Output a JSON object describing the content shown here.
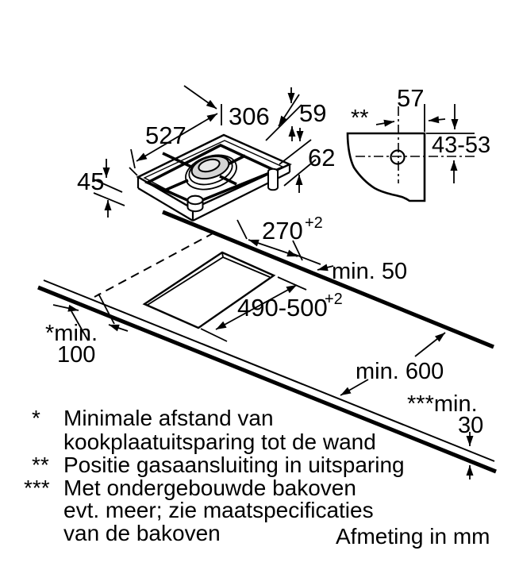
{
  "hob": {
    "dim_length": "527",
    "dim_width": "306",
    "dim_height_support": "59",
    "dim_height_total": "62",
    "dim_height_body": "45"
  },
  "gas_detail": {
    "marker": "**",
    "dim_x": "57",
    "dim_y": "43-53"
  },
  "worktop": {
    "dim_cutout_width": "270",
    "dim_cutout_width_sup": "+2",
    "dim_cutout_length": "490-500",
    "dim_cutout_length_sup": "+2",
    "dim_back_gap": "min. 50",
    "dim_side_gap_line1": "*min.",
    "dim_side_gap_line2": "100",
    "dim_depth": "min. 600",
    "dim_thickness_line1": "***min.",
    "dim_thickness_line2": "30"
  },
  "legend": {
    "footnotes": [
      {
        "marker": "*",
        "lines": [
          "Minimale afstand van",
          "kookplaatuitsparing tot de wand"
        ]
      },
      {
        "marker": "**",
        "lines": [
          "Positie gasaansluiting in uitsparing"
        ]
      },
      {
        "marker": "***",
        "lines": [
          "Met ondergebouwde bakoven",
          "evt. meer; zie maatspecificaties",
          "van de bakoven"
        ]
      }
    ],
    "footer": "Afmeting in mm"
  },
  "colors": {
    "line": "#000000",
    "background": "#ffffff",
    "burner_cap": "#d4d4d4",
    "burner_cap_inner": "#e9e9e9"
  }
}
